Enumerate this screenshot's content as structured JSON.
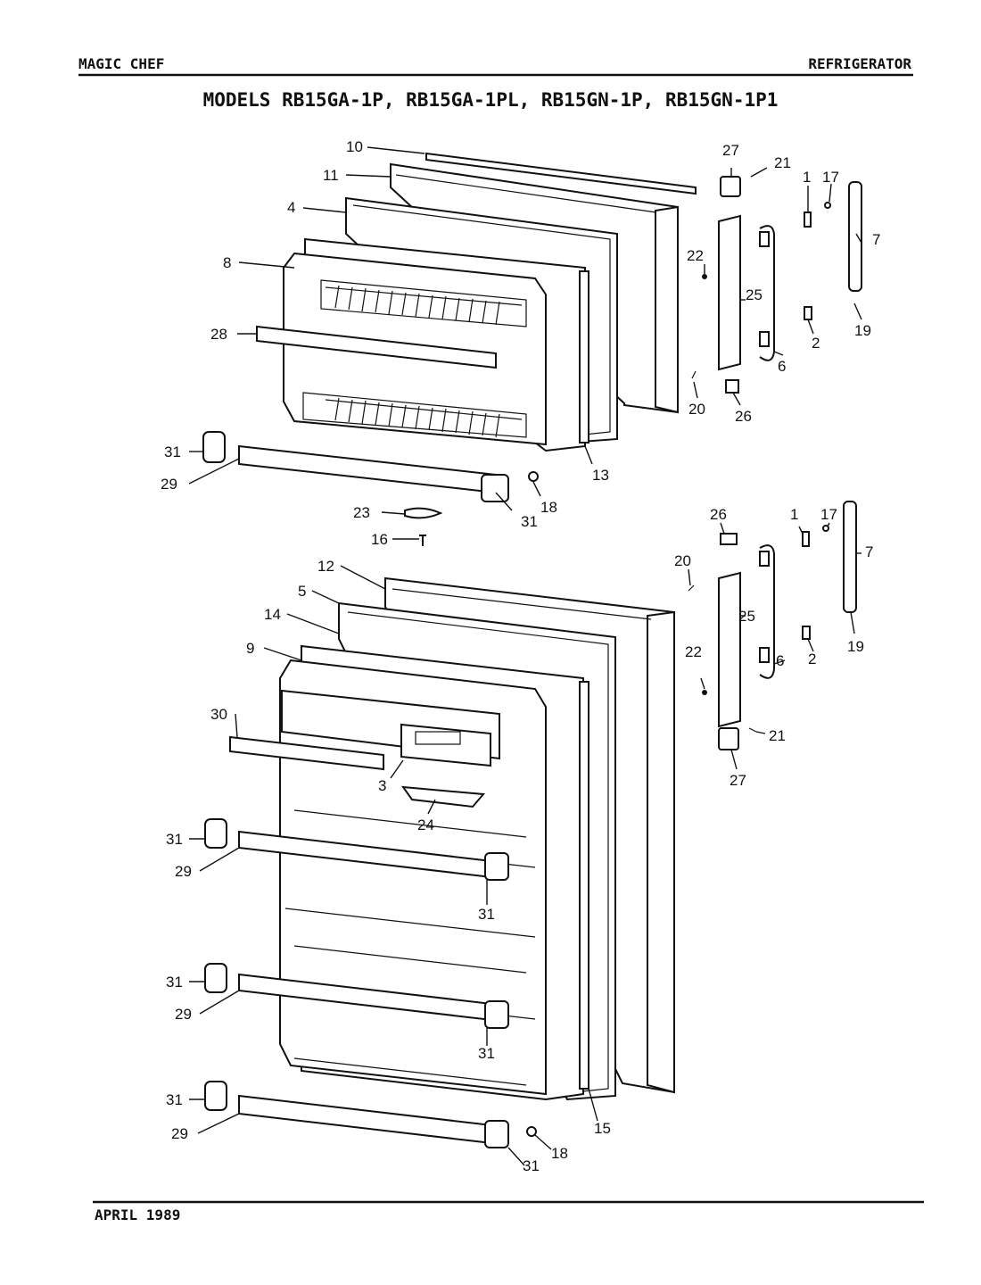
{
  "header": {
    "brand": "MAGIC CHEF",
    "category": "REFRIGERATOR",
    "title": "MODELS RB15GA-1P, RB15GA-1PL, RB15GN-1P, RB15GN-1P1"
  },
  "footer": {
    "date": "APRIL 1989"
  },
  "callouts": {
    "n1": "1",
    "n2": "2",
    "n3": "3",
    "n4": "4",
    "n5": "5",
    "n6": "6",
    "n7": "7",
    "n8": "8",
    "n9": "9",
    "n10": "10",
    "n11": "11",
    "n12": "12",
    "n13": "13",
    "n14": "14",
    "n15": "15",
    "n16": "16",
    "n17": "17",
    "n18": "18",
    "n19": "19",
    "n20": "20",
    "n21": "21",
    "n22": "22",
    "n23": "23",
    "n24": "24",
    "n25": "25",
    "n26": "26",
    "n27": "27",
    "n28": "28",
    "n29": "29",
    "n30": "30",
    "n31": "31"
  }
}
